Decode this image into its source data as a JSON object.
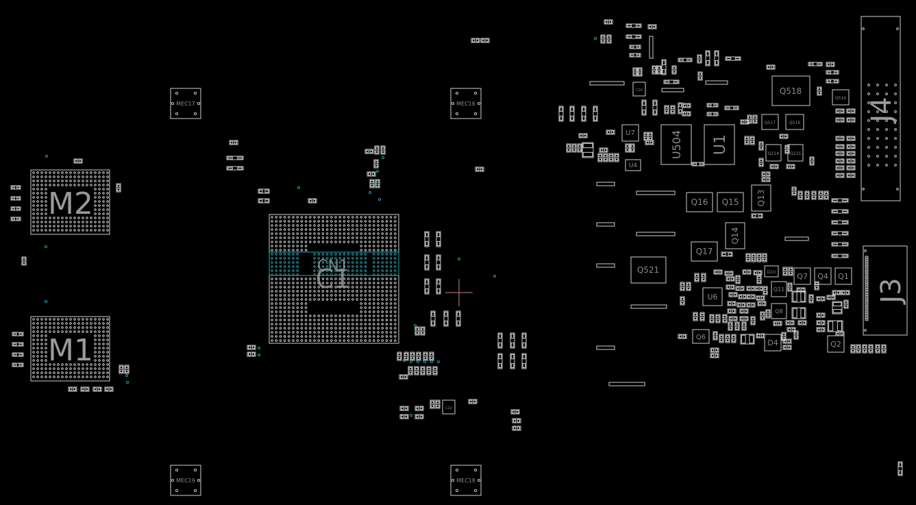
{
  "board": {
    "background": "#000000",
    "outline_color": "#d0d0d0",
    "pin_color": "#d8d8d8",
    "highlight_color": "#27a9b8",
    "cursor_color": "#c4868a"
  },
  "labels": {
    "m2": "M2",
    "m1": "M1",
    "cn1": "CN1",
    "c1": "C1",
    "mec17": "MEC17",
    "mec16": "MEC16",
    "mec19": "MEC19",
    "mec18": "MEC18",
    "j4": "J4",
    "j3": "J3",
    "q518": "Q518",
    "u504": "U504",
    "u1": "U1",
    "u7": "U7",
    "u4": "U4",
    "q16": "Q16",
    "q15": "Q15",
    "q13": "Q13",
    "q14": "Q14",
    "q17": "Q17",
    "q521": "Q521",
    "q7": "Q7",
    "q4": "Q4",
    "q1": "Q1",
    "q11": "Q11",
    "q8": "Q8",
    "q6": "Q6",
    "d4": "D4",
    "q2": "Q2",
    "u6": "U6",
    "q514": "Q514",
    "q517": "Q517",
    "q519": "Q519",
    "q214": "Q214",
    "q215": "Q215",
    "d10": "D10",
    "c22": "C22",
    "c20": "C20"
  }
}
